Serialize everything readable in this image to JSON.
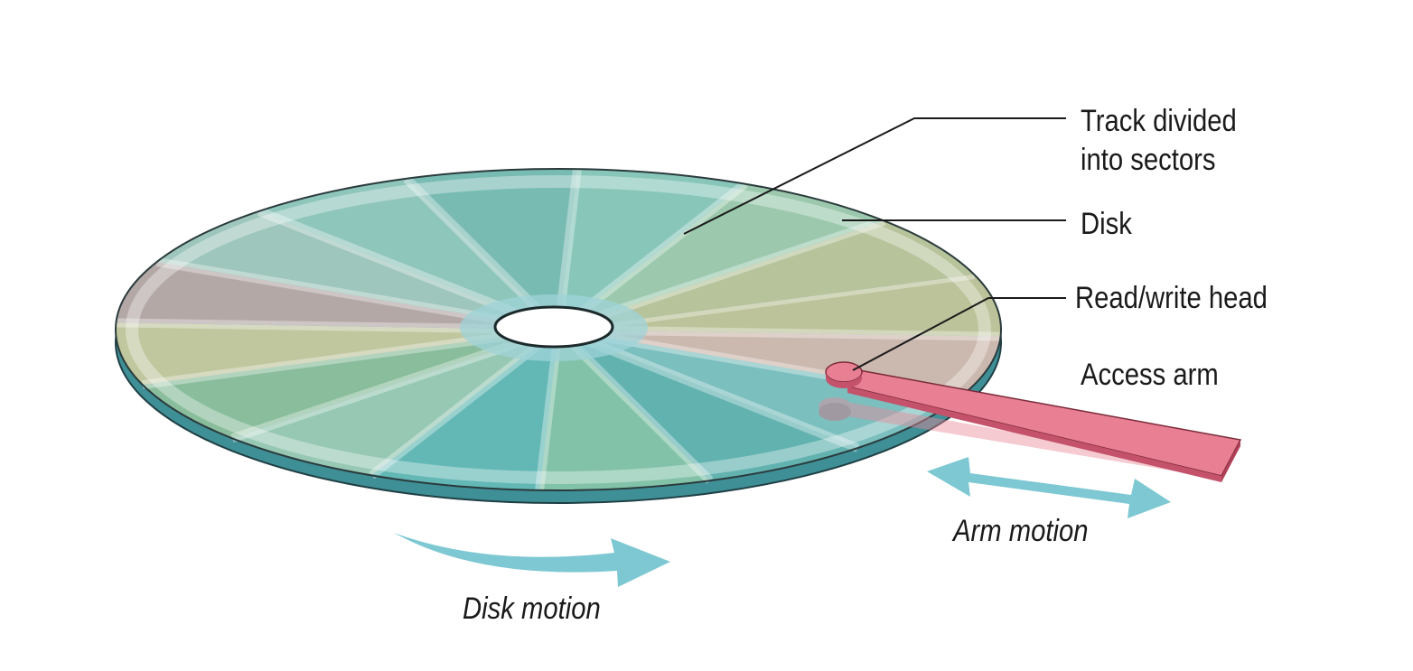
{
  "labels": {
    "track": [
      "Track divided",
      "into sectors"
    ],
    "disk": "Disk",
    "head": "Read/write head",
    "arm": "Access arm",
    "arm_motion": "Arm motion",
    "disk_motion": "Disk motion"
  },
  "colors": {
    "sectors": [
      "#bcc39a",
      "#cbb8ae",
      "#7bbfbf",
      "#62b3b0",
      "#82c2a8",
      "#63b8b6",
      "#96c8b4",
      "#89bd9c",
      "#c0c79e",
      "#b3a8a6",
      "#9ec6bc",
      "#8fc6bc",
      "#78bbb2",
      "#88c6ba",
      "#9cc9ae",
      "#b7c39b"
    ],
    "disk_edge": "#3f8f96",
    "arrow": "#7dc8d2",
    "arm": "#e87f92",
    "arm_dark": "#c4526a",
    "leader": "#1a1a1a"
  }
}
